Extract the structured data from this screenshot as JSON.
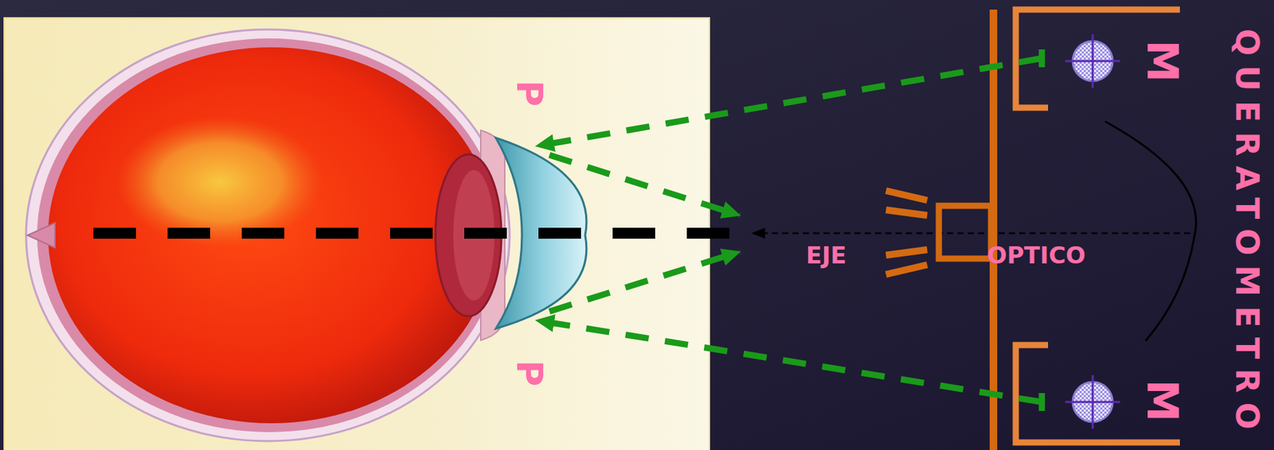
{
  "diagram": {
    "labels": [
      "P",
      "M",
      "QUERATOMETRO",
      "EJE",
      "OPTICO",
      "P",
      "M"
    ]
  }
}
